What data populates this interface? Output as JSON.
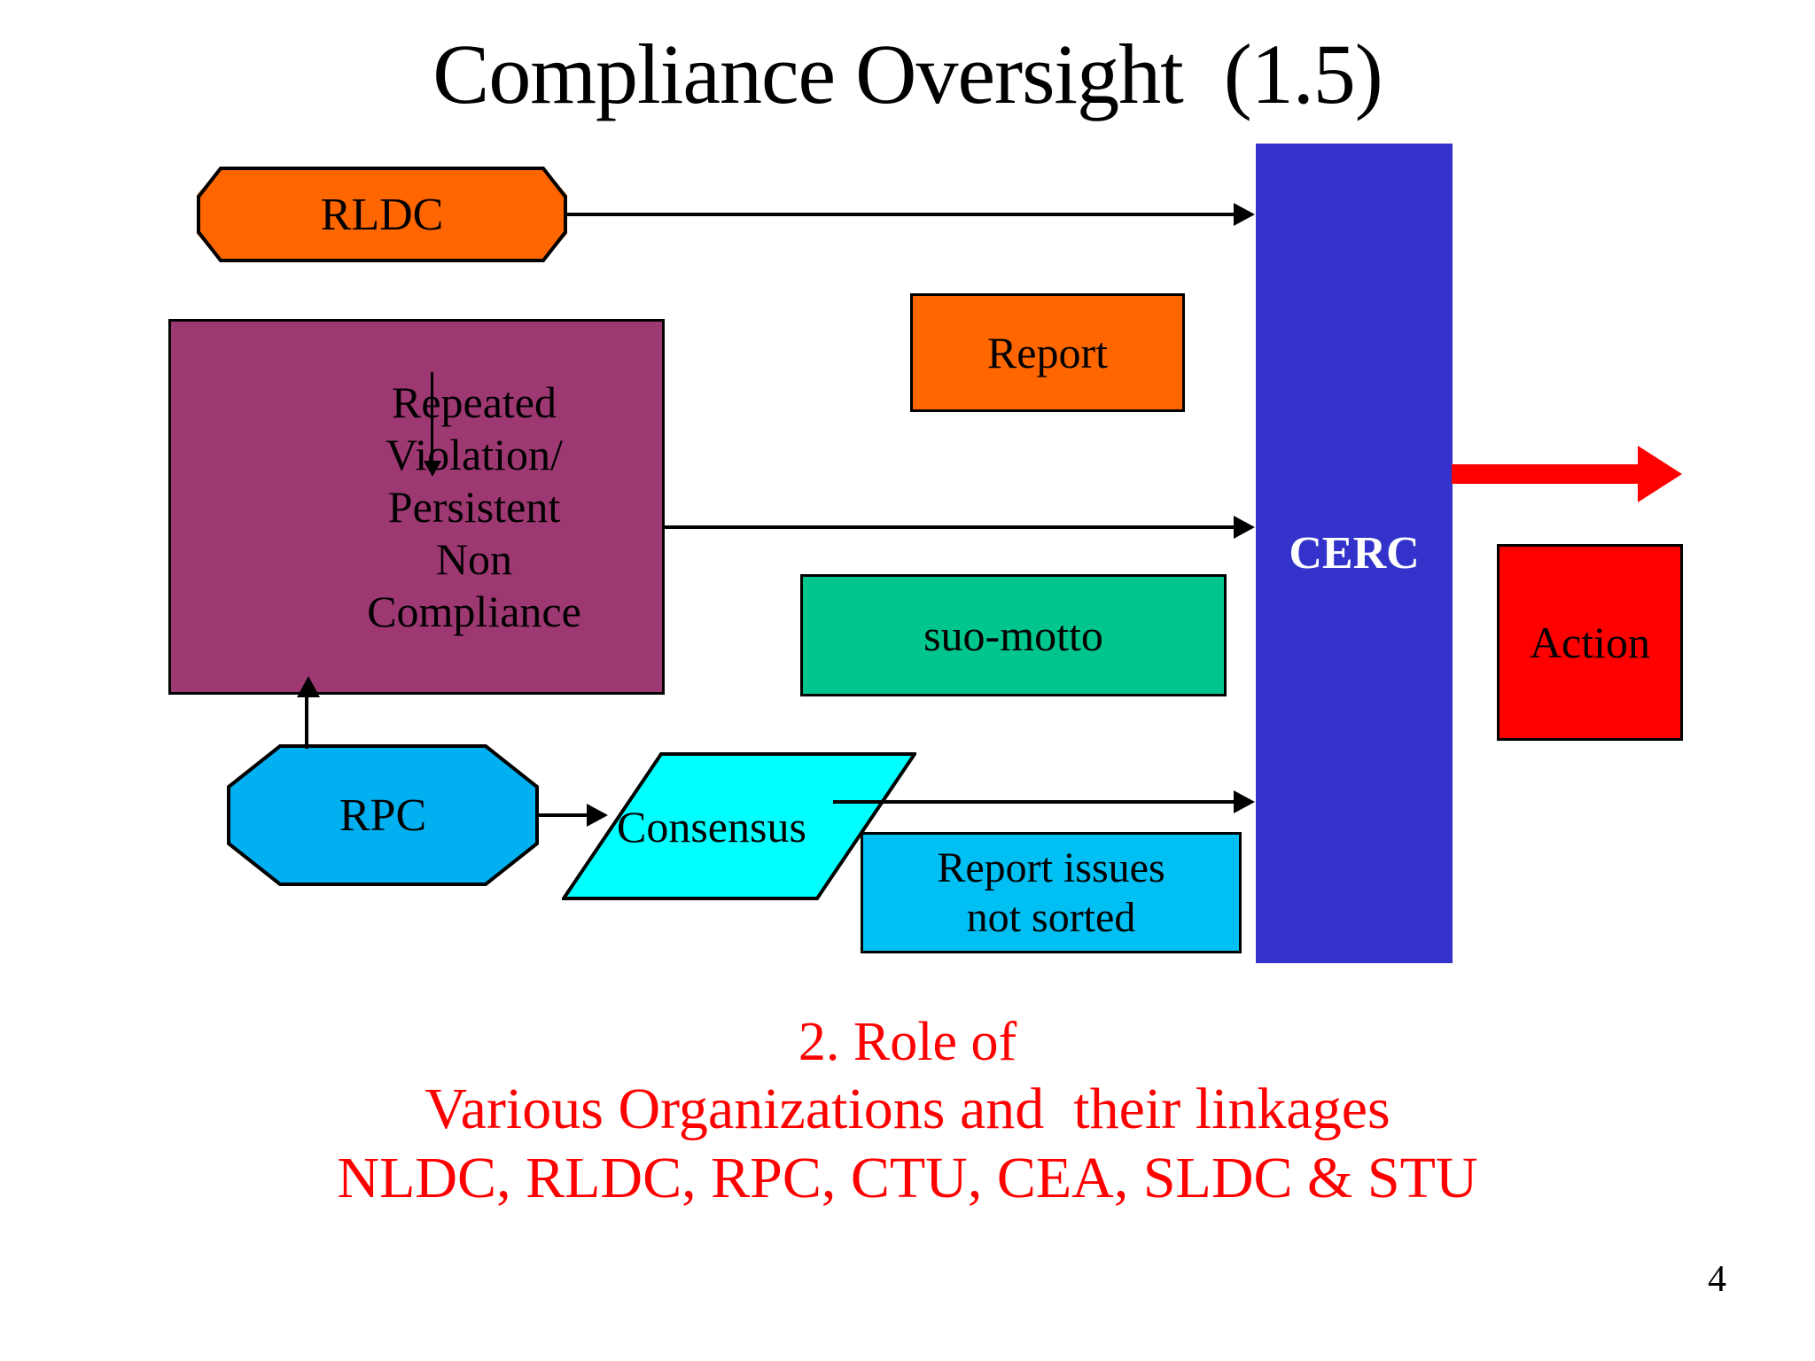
{
  "slide": {
    "title": "Compliance Oversight  (1.5)",
    "page_number": "4",
    "background_color": "#FFFFFF"
  },
  "shapes": {
    "rldc": {
      "label": "RLDC",
      "fill": "#FF6600",
      "shape": "octagon"
    },
    "violation": {
      "fill": "#9E3872",
      "shape": "rectangle",
      "lines": [
        "Repeated",
        "Violation/",
        "Persistent",
        "Non",
        "Compliance"
      ]
    },
    "report": {
      "label": "Report",
      "fill": "#FF6600",
      "shape": "rectangle"
    },
    "suo_motto": {
      "label": "suo-motto",
      "fill": "#00C58C",
      "shape": "rectangle"
    },
    "cerc": {
      "label": "CERC",
      "fill": "#3333CC",
      "text_color": "#FFFFFF",
      "shape": "rectangle"
    },
    "action": {
      "label": "Action",
      "fill": "#FF0000",
      "shape": "rectangle"
    },
    "rpc": {
      "label": "RPC",
      "fill": "#00B0F0",
      "shape": "octagon"
    },
    "consensus": {
      "label": "Consensus",
      "fill": "#00FFFF",
      "shape": "parallelogram"
    },
    "report_issues": {
      "fill": "#00BFF3",
      "shape": "rectangle",
      "lines": [
        "Report issues",
        "not sorted"
      ]
    }
  },
  "connectors": [
    {
      "name": "rldc-to-cerc",
      "from": "rldc",
      "to": "cerc",
      "color": "#000000"
    },
    {
      "name": "violation-to-cerc",
      "from": "violation",
      "to": "cerc",
      "color": "#000000"
    },
    {
      "name": "consensus-to-cerc",
      "from": "consensus",
      "to": "cerc",
      "color": "#000000"
    },
    {
      "name": "rpc-to-consensus",
      "from": "rpc",
      "to": "consensus",
      "color": "#000000"
    },
    {
      "name": "rpc-to-violation",
      "from": "rpc",
      "to": "violation",
      "color": "#000000"
    },
    {
      "name": "cerc-to-action",
      "from": "cerc",
      "to": "action",
      "color": "#FF0000"
    }
  ],
  "caption": {
    "line1": "2. Role of",
    "line2": "Various Organizations and  their linkages",
    "line3": "NLDC, RLDC, RPC, CTU, CEA, SLDC & STU",
    "color": "#FF0000"
  }
}
